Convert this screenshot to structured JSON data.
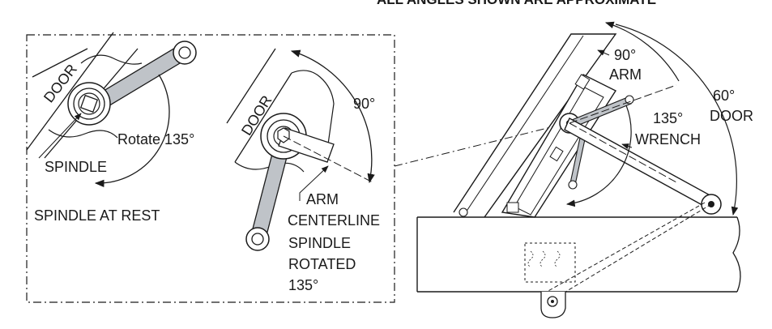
{
  "header": {
    "note": "ALL ANGLES SHOWN ARE APPROXIMATE"
  },
  "left_inset": {
    "door_label": "DOOR",
    "rotate_label": "Rotate 135°",
    "spindle_label": "SPINDLE",
    "caption": "SPINDLE AT REST"
  },
  "middle_inset": {
    "door_label": "DOOR",
    "angle_label": "90°",
    "arm_label": "ARM",
    "centerline_label": "CENTERLINE",
    "caption_line1": "SPINDLE",
    "caption_line2": "ROTATED",
    "caption_line3": "135°"
  },
  "right_view": {
    "arm_angle": "90°",
    "arm_label": "ARM",
    "wrench_angle": "135°",
    "wrench_label": "WRENCH",
    "door_angle": "60°",
    "door_label": "DOOR"
  },
  "colors": {
    "line": "#1a1a1a",
    "wrench_fill": "#bfc3c8",
    "paper": "#ffffff"
  }
}
